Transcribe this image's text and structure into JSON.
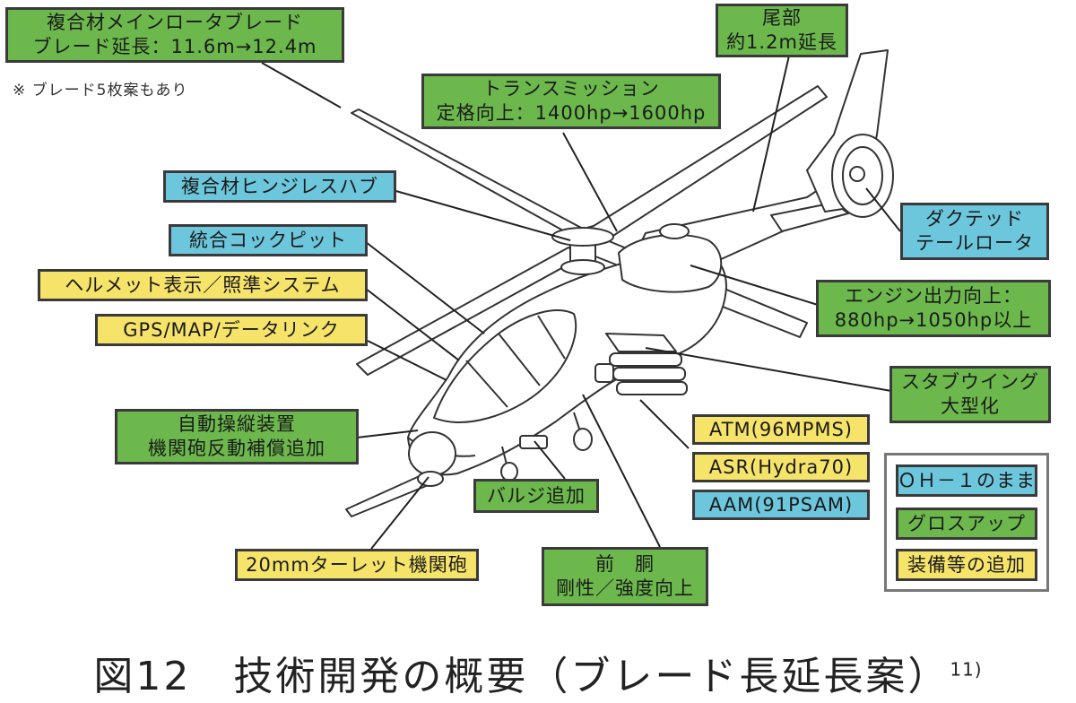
{
  "labels": {
    "main_rotor_1": "複合材メインロータブレード",
    "main_rotor_2": "ブレード延長：11.6m→12.4m",
    "blade_note": "※ ブレード5枚案もあり",
    "tail_1": "尾部",
    "tail_2": "約1.2m延長",
    "transmission_1": "トランスミッション",
    "transmission_2": "定格向上：1400hp→1600hp",
    "hub": "複合材ヒンジレスハブ",
    "cockpit": "統合コックピット",
    "helmet": "ヘルメット表示／照準システム",
    "gps": "GPS/MAP/データリンク",
    "autopilot_1": "自動操縦装置",
    "autopilot_2": "機関砲反動補償追加",
    "ducted_1": "ダクテッド",
    "ducted_2": "テールロータ",
    "engine_1": "エンジン出力向上：",
    "engine_2": "880hp→1050hp以上",
    "stub_1": "スタブウイング",
    "stub_2": "大型化",
    "atm": "ATM(96MPMS)",
    "asr": "ASR(Hydra70)",
    "aam": "AAM(91PSAM)",
    "bulge": "バルジ追加",
    "gun": "20mmターレット機関砲",
    "fuselage_1": "前　胴",
    "fuselage_2": "剛性／強度向上"
  },
  "legend": {
    "blue": "ＯＨ－１のまま",
    "green": "グロスアップ",
    "yellow": "装備等の追加"
  },
  "caption": {
    "text": "図12　技術開発の概要（ブレード長延長案）",
    "ref": "11)"
  },
  "colors": {
    "green": "#6cb84c",
    "yellow": "#f6e36a",
    "blue": "#6cc6dc"
  }
}
